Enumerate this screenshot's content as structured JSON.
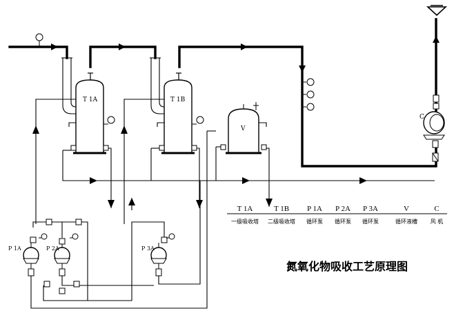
{
  "diagram": {
    "title": "氮氧化物吸收工艺原理图",
    "equipment": {
      "t1a": "T 1A",
      "t1b": "T 1B",
      "v": "V",
      "c": "C",
      "p1a": "P 1A",
      "p2a": "P 2A",
      "p3a": "P 3A"
    },
    "legend": [
      {
        "code": "T 1A",
        "name": "一级吸收塔"
      },
      {
        "code": "T 1B",
        "name": "二级吸收塔"
      },
      {
        "code": "P 1A",
        "name": "循环泵"
      },
      {
        "code": "P 2A",
        "name": "循环泵"
      },
      {
        "code": "P 3A",
        "name": "循环泵"
      },
      {
        "code": "V",
        "name": "循环液槽"
      },
      {
        "code": "C",
        "name": "风  机"
      }
    ]
  }
}
